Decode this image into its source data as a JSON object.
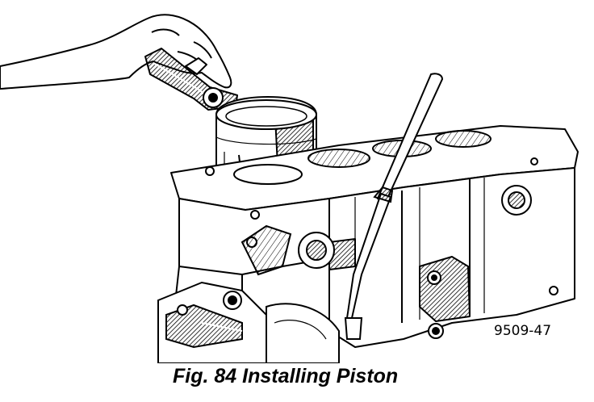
{
  "figure": {
    "caption": "Fig. 84 Installing Piston",
    "figure_id": "9509-47",
    "ink_color": "#000000",
    "paper_color": "#ffffff",
    "hatch_color": "#555555",
    "depicts": [
      "hand",
      "ring-compressor-tool",
      "piston",
      "engine-block",
      "cylinder-bores",
      "dipstick-tube",
      "oil-pump"
    ]
  }
}
